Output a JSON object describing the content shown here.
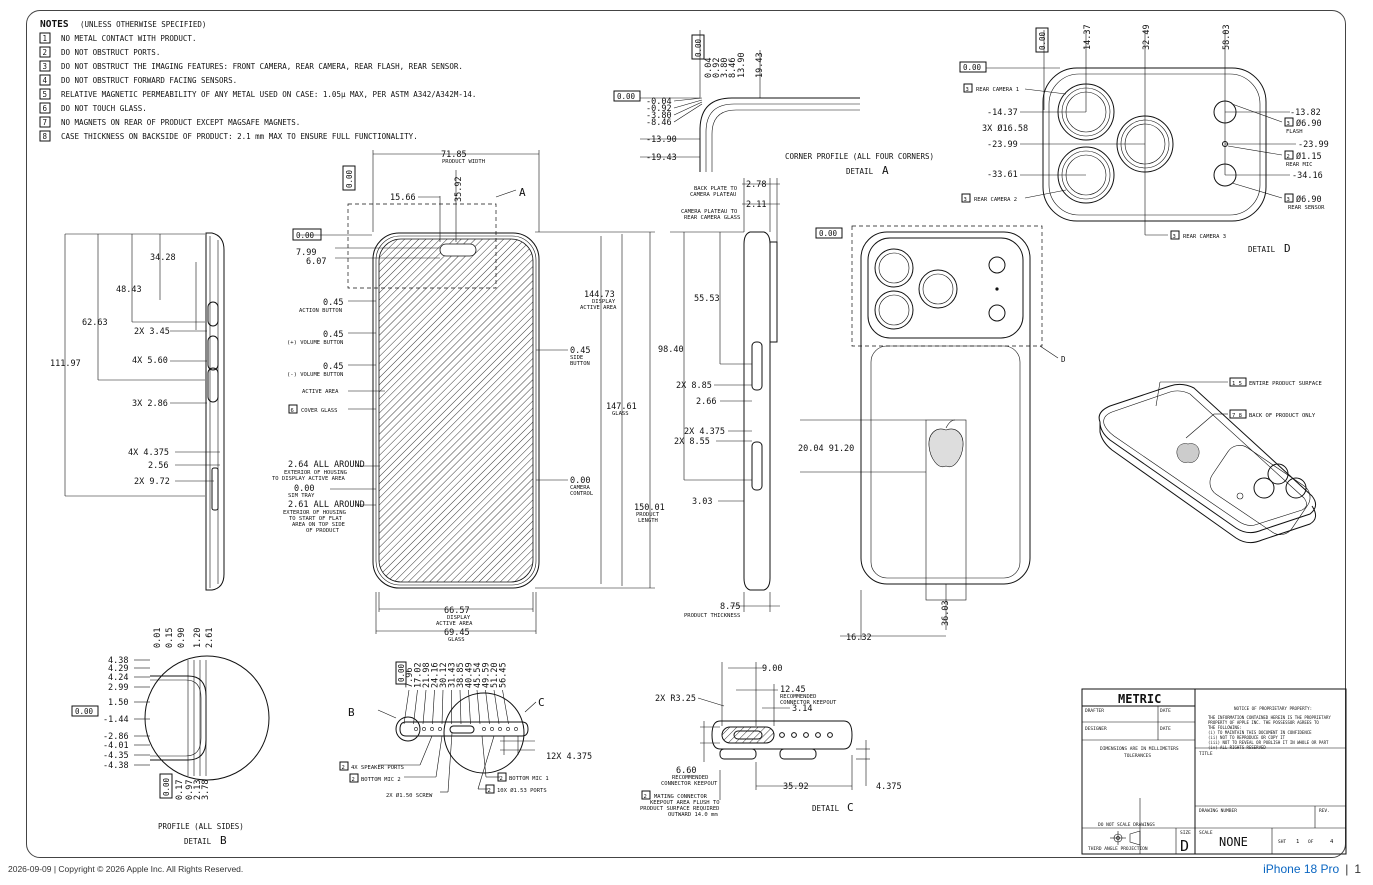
{
  "notes": {
    "title": "NOTES",
    "subtitle": "(UNLESS OTHERWISE SPECIFIED)",
    "items": [
      {
        "num": "1",
        "text": "NO METAL CONTACT WITH PRODUCT."
      },
      {
        "num": "2",
        "text": "DO NOT OBSTRUCT PORTS."
      },
      {
        "num": "3",
        "text": "DO NOT OBSTRUCT THE IMAGING FEATURES: FRONT CAMERA, REAR CAMERA, REAR FLASH, REAR SENSOR."
      },
      {
        "num": "4",
        "text": "DO NOT OBSTRUCT FORWARD FACING SENSORS."
      },
      {
        "num": "5",
        "text": "RELATIVE MAGNETIC PERMEABILITY OF ANY METAL USED ON CASE: 1.05µ MAX, PER ASTM A342/A342M-14."
      },
      {
        "num": "6",
        "text": "DO NOT TOUCH GLASS."
      },
      {
        "num": "7",
        "text": "NO MAGNETS ON REAR OF PRODUCT EXCEPT MAGSAFE MAGNETS."
      },
      {
        "num": "8",
        "text": "CASE THICKNESS ON BACKSIDE OF PRODUCT: 2.1 mm MAX TO ENSURE FULL FUNCTIONALITY."
      }
    ]
  },
  "side_view": {
    "dims": [
      "34.28",
      "48.43",
      "62.63",
      "111.97",
      "2X 3.45",
      "4X 5.60",
      "3X 2.86",
      "4X 4.375",
      "2.56",
      "2X 9.72"
    ]
  },
  "front_view": {
    "zero": "0.00",
    "width_dim": "71.85",
    "width_label": "PRODUCT WIDTH",
    "dim_15_66": "15.66",
    "dim_35_92": "35.92",
    "detail_a_marker": "A",
    "dim_7_99": "7.99",
    "dim_6_07": "6.07",
    "action_dim": "0.45",
    "action_label": "ACTION BUTTON",
    "vol_up_dim": "0.45",
    "vol_up_label": "(+) VOLUME BUTTON",
    "vol_down_dim": "0.45",
    "vol_down_label": "(-) VOLUME BUTTON",
    "active_area_label": "ACTIVE AREA",
    "cover_glass_num": "6",
    "cover_glass_label": "COVER GLASS",
    "ext_dim": "2.64 ALL AROUND",
    "ext_label_1": "EXTERIOR OF HOUSING",
    "ext_label_2": "TO DISPLAY ACTIVE AREA",
    "sim_dim": "0.00",
    "sim_label": "SIM TRAY",
    "flat_dim": "2.61 ALL AROUND",
    "flat_label_1": "EXTERIOR OF HOUSING",
    "flat_label_2": "TO START OF FLAT",
    "flat_label_3": "AREA ON TOP SIDE",
    "flat_label_4": "OF PRODUCT",
    "side_btn_dim": "0.45",
    "side_btn_label_1": "SIDE",
    "side_btn_label_2": "BUTTON",
    "cam_ctrl_dim": "0.00",
    "cam_ctrl_label_1": "CAMERA",
    "cam_ctrl_label_2": "CONTROL",
    "disp_h_dim": "144.73",
    "disp_h_label_1": "DISPLAY",
    "disp_h_label_2": "ACTIVE AREA",
    "glass_h_dim": "147.61",
    "glass_h_label": "GLASS",
    "len_dim": "150.01",
    "len_label_1": "PRODUCT",
    "len_label_2": "LENGTH",
    "disp_w_dim": "66.57",
    "disp_w_label_1": "DISPLAY",
    "disp_w_label_2": "ACTIVE AREA",
    "glass_w_dim": "69.45",
    "glass_w_label": "GLASS"
  },
  "corner_profile": {
    "zero": "0.00",
    "left_dims": [
      "-0.04",
      "-0.92",
      "-3.80",
      "-8.46",
      "-13.90",
      "-19.43"
    ],
    "top_dims": [
      "0.04",
      "0.92",
      "3.80",
      "8.46",
      "13.90",
      "19.43"
    ],
    "title": "CORNER PROFILE (ALL FOUR CORNERS)",
    "detail_label": "DETAIL",
    "detail_letter": "A"
  },
  "thickness_view": {
    "dim_2_78": "2.78",
    "label_2_78_1": "BACK PLATE TO",
    "label_2_78_2": "CAMERA PLATEAU",
    "dim_2_11": "2.11",
    "label_2_11_1": "CAMERA PLATEAU TO",
    "label_2_11_2": "REAR CAMERA GLASS",
    "dims": [
      "55.53",
      "98.40",
      "2X 8.85",
      "2.66",
      "2X 4.375",
      "2X 8.55",
      "3.03"
    ],
    "thick_dim": "8.75",
    "thick_label": "PRODUCT THICKNESS"
  },
  "rear_view": {
    "zero": "0.00",
    "detail_d_marker": "D",
    "logo_dims": "20.04 91.20",
    "dim_36_03": "36.03",
    "dim_16_32": "16.32"
  },
  "detail_d": {
    "zero": "0.00",
    "top_dims": [
      "14.37",
      "32.49",
      "58.03"
    ],
    "cam1_num": "3",
    "cam1_label": "REAR CAMERA 1",
    "cam2_num": "3",
    "cam2_label": "REAR CAMERA 2",
    "cam3_num": "3",
    "cam3_label": "REAR CAMERA 3",
    "left_dims": [
      "-14.37",
      "3X Ø16.58",
      "-23.99",
      "-33.61"
    ],
    "right_dims": [
      "-13.82",
      "-23.99",
      "-34.16"
    ],
    "flash_num": "3",
    "flash_dim": "Ø6.90",
    "flash_label": "FLASH",
    "mic_num": "2",
    "mic_dim": "Ø1.15",
    "mic_label": "REAR MIC",
    "sensor_num": "3",
    "sensor_dim": "Ø6.90",
    "sensor_label": "REAR SENSOR",
    "detail_label": "DETAIL",
    "detail_letter": "D"
  },
  "iso_view": {
    "callout_1_nums": "1 5",
    "callout_1_text": "ENTIRE PRODUCT SURFACE",
    "callout_2_nums": "7 8",
    "callout_2_text": "BACK OF PRODUCT ONLY"
  },
  "profile_b": {
    "zero": "0.00",
    "top_dims": [
      "0.01",
      "0.15",
      "0.90",
      "1.20",
      "2.61"
    ],
    "left_dims": [
      "4.38",
      "4.29",
      "4.24",
      "2.99",
      "1.50",
      "-1.44",
      "-2.86",
      "-4.01",
      "-4.35",
      "-4.38"
    ],
    "bottom_dims": [
      "0.17",
      "0.97",
      "2.13",
      "3.78"
    ],
    "title": "PROFILE (ALL SIDES)",
    "detail_label": "DETAIL",
    "detail_letter": "B"
  },
  "bottom_view": {
    "zero": "0.00",
    "top_dims": [
      "7.96",
      "17.02",
      "21.98",
      "24.16",
      "30.12",
      "31.43",
      "38.85",
      "40.49",
      "45.54",
      "49.59",
      "51.20",
      "56.45"
    ],
    "marker_b": "B",
    "marker_c": "C",
    "speaker_num": "2",
    "speaker_label": "4X SPEAKER PORTS",
    "mic2_num": "2",
    "mic2_label": "BOTTOM MIC 2",
    "screw_label": "2X Ø1.50 SCREW",
    "mic1_num": "2",
    "mic1_label": "BOTTOM MIC 1",
    "ports_num": "2",
    "ports_label": "10X Ø1.53 PORTS",
    "port_dim": "12X 4.375"
  },
  "detail_c": {
    "dim_9_00": "9.00",
    "dim_r": "2X R3.25",
    "dim_12_45": "12.45",
    "dim_12_45_label_1": "RECOMMENDED",
    "dim_12_45_label_2": "CONNECTOR KEEPOUT",
    "dim_3_14": "3.14",
    "dim_6_60": "6.60",
    "dim_6_60_label_1": "RECOMMENDED",
    "dim_6_60_label_2": "CONNECTOR KEEPOUT",
    "dim_35_92": "35.92",
    "dim_4_375": "4.375",
    "mating_num": "2",
    "mating_label_1": "MATING CONNECTOR",
    "mating_label_2": "KEEPOUT AREA FLUSH TO",
    "mating_label_3": "PRODUCT SURFACE REQUIRED",
    "mating_label_4": "OUTWARD 14.0 mm",
    "detail_label": "DETAIL",
    "detail_letter": "C"
  },
  "title_block": {
    "metric": "METRIC",
    "drafter": "DRAFTER",
    "date1": "DATE",
    "designer": "DESIGNER",
    "date2": "DATE",
    "dimensions_note": "DIMENSIONS ARE IN MILLIMETERS",
    "tolerances": "TOLERANCES",
    "no_scale": "DO NOT SCALE DRAWINGS",
    "projection": "THIRD ANGLE PROJECTION",
    "notice_title": "NOTICE OF PROPRIETARY PROPERTY:",
    "notice_lines": [
      "THE INFORMATION CONTAINED HEREIN IS THE PROPRIETARY",
      "PROPERTY OF APPLE INC. THE POSSESSOR AGREES TO",
      "THE FOLLOWING:",
      "(i) TO MAINTAIN THIS DOCUMENT IN CONFIDENCE",
      "(ii) NOT TO REPRODUCE OR COPY IT",
      "(iii) NOT TO REVEAL OR PUBLISH IT IN WHOLE OR PART",
      "(iv) ALL RIGHTS RESERVED"
    ],
    "title_label": "TITLE",
    "drawing_number": "DRAWING NUMBER",
    "rev": "REV.",
    "size_label": "SIZE",
    "size_value": "D",
    "scale_label": "SCALE",
    "scale_value": "NONE",
    "sht_label": "SHT",
    "sht_num": "1",
    "of_label": "OF",
    "sht_total": "4"
  },
  "footer": {
    "left": "2026-09-09  |  Copyright © 2026 Apple Inc. All Rights Reserved.",
    "product": "iPhone 18 Pro",
    "page": "1"
  }
}
